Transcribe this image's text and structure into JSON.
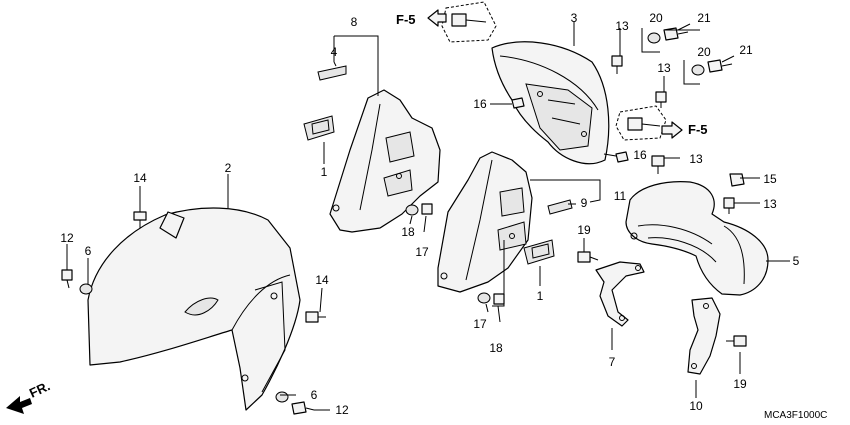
{
  "diagram": {
    "code": "MCA3F1000C",
    "direction_label": "FR.",
    "reference_label": "F-5",
    "callouts": [
      "1",
      "2",
      "3",
      "4",
      "5",
      "6",
      "7",
      "8",
      "9",
      "10",
      "11",
      "12",
      "13",
      "14",
      "15",
      "16",
      "17",
      "18",
      "19",
      "20",
      "21"
    ]
  }
}
